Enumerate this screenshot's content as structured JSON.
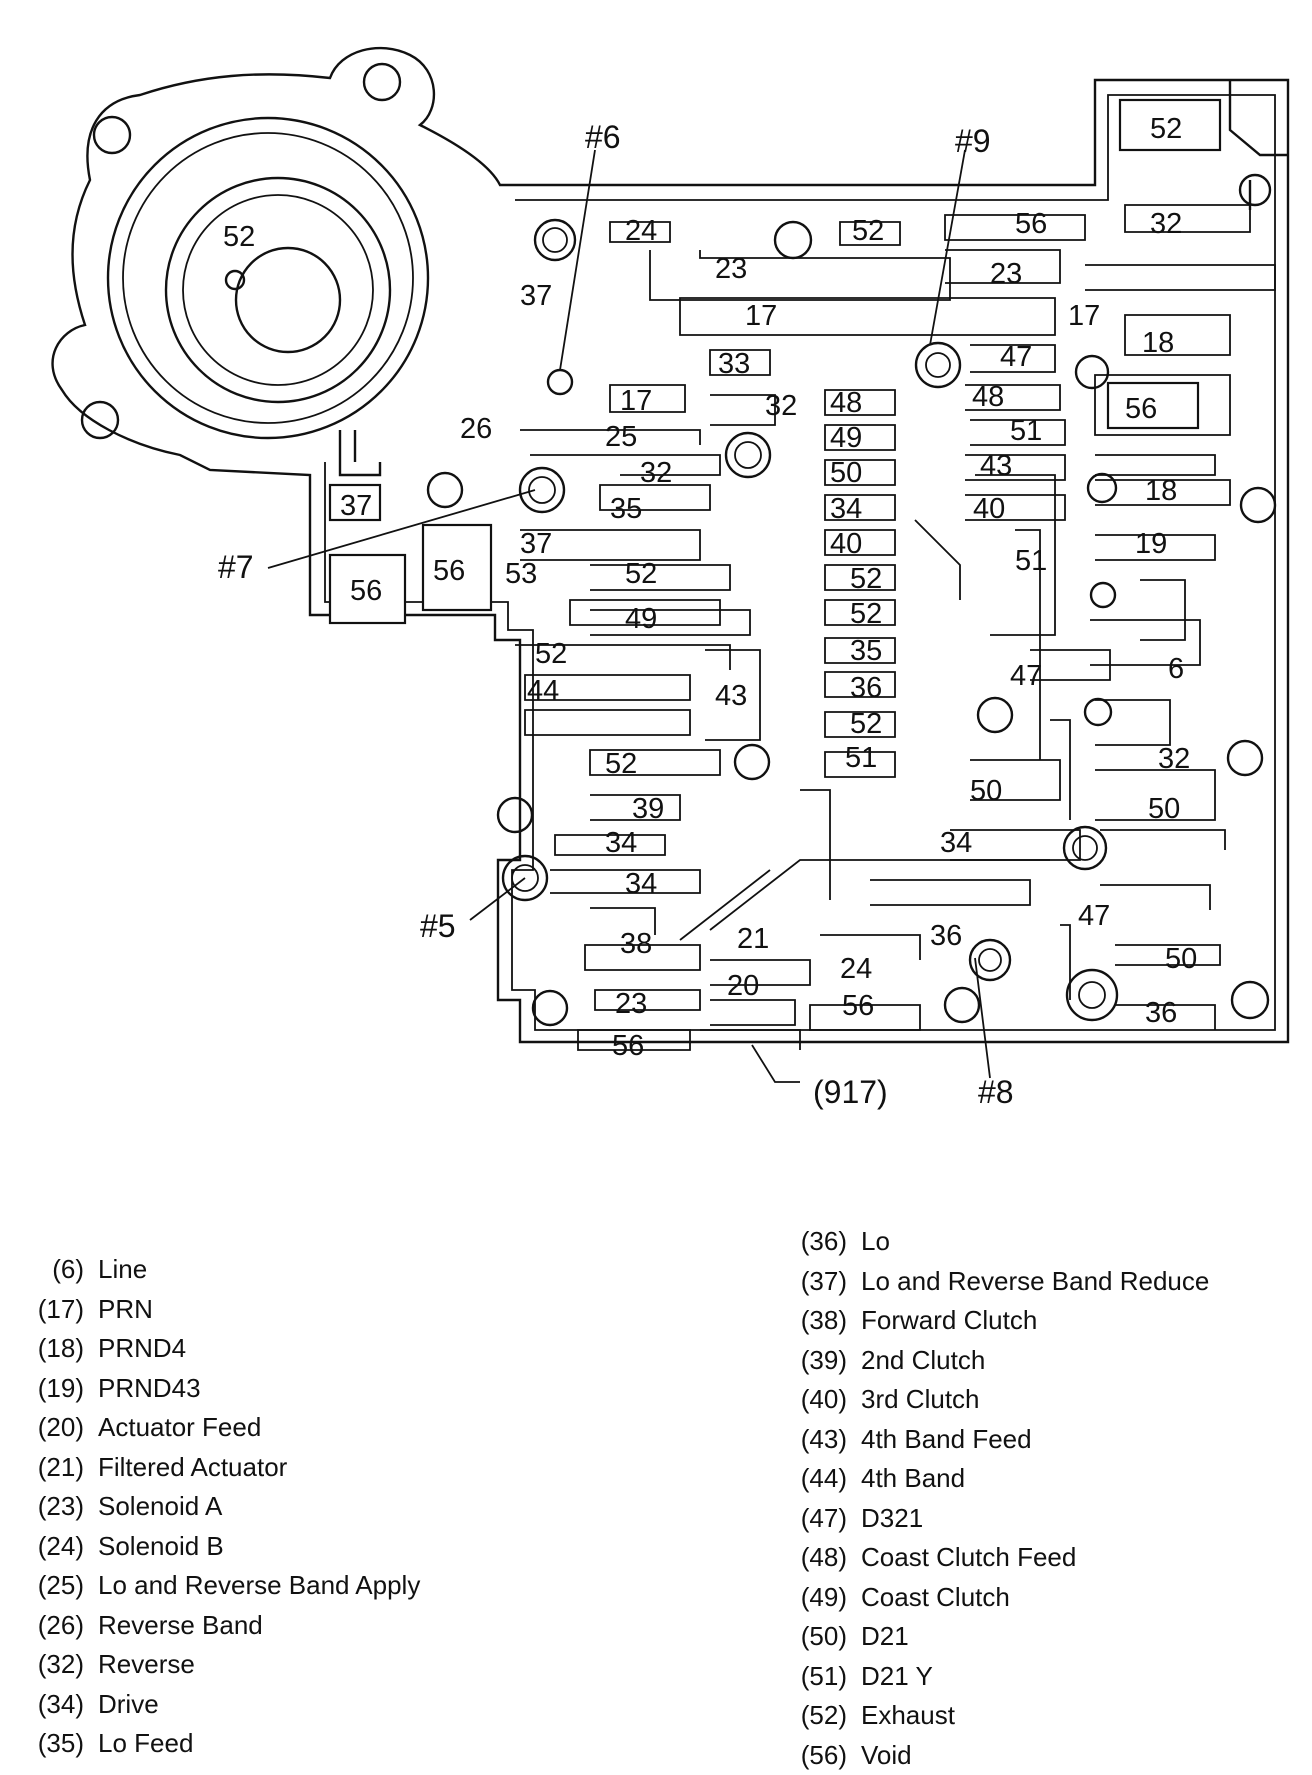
{
  "callouts": {
    "c5": "#5",
    "c6": "#6",
    "c7": "#7",
    "c8": "#8",
    "c9": "#9",
    "part": "(917)"
  },
  "passage_labels": {
    "a1": "52",
    "a2": "52",
    "a3": "24",
    "a4": "52",
    "a5": "56",
    "a6": "32",
    "a7": "23",
    "a8": "23",
    "a9": "37",
    "a10": "17",
    "a11": "17",
    "a12": "18",
    "a13": "33",
    "a14": "47",
    "a15": "48",
    "a16": "17",
    "a17": "32",
    "a18": "48",
    "a19": "56",
    "a20": "26",
    "a21": "25",
    "a22": "49",
    "a23": "51",
    "a24": "32",
    "a25": "50",
    "a26": "43",
    "a27": "18",
    "a28": "37",
    "a29": "35",
    "a30": "34",
    "a31": "40",
    "a32": "37",
    "a33": "40",
    "a34": "19",
    "a35": "51",
    "a36": "56",
    "a37": "56",
    "a38": "53",
    "a39": "52",
    "a40": "52",
    "a41": "49",
    "a42": "52",
    "a43": "52",
    "a44": "35",
    "a45": "47",
    "a46": "6",
    "a47": "44",
    "a48": "43",
    "a49": "36",
    "a50": "52",
    "a51": "32",
    "a52": "52",
    "a53": "51",
    "a54": "50",
    "a55": "39",
    "a56": "50",
    "a57": "34",
    "a58": "34",
    "a59": "34",
    "a60": "47",
    "a61": "38",
    "a62": "21",
    "a63": "36",
    "a64": "24",
    "a65": "50",
    "a66": "20",
    "a67": "23",
    "a68": "56",
    "a69": "36",
    "a70": "56"
  },
  "legend_left": [
    {
      "code": "(6)",
      "name": "Line"
    },
    {
      "code": "(17)",
      "name": "PRN"
    },
    {
      "code": "(18)",
      "name": "PRND4"
    },
    {
      "code": "(19)",
      "name": "PRND43"
    },
    {
      "code": "(20)",
      "name": "Actuator Feed"
    },
    {
      "code": "(21)",
      "name": "Filtered Actuator"
    },
    {
      "code": "(23)",
      "name": "Solenoid A"
    },
    {
      "code": "(24)",
      "name": "Solenoid B"
    },
    {
      "code": "(25)",
      "name": "Lo and Reverse Band Apply"
    },
    {
      "code": "(26)",
      "name": "Reverse Band"
    },
    {
      "code": "(32)",
      "name": "Reverse"
    },
    {
      "code": "(34)",
      "name": "Drive"
    },
    {
      "code": "(35)",
      "name": "Lo Feed"
    }
  ],
  "legend_right": [
    {
      "code": "(36)",
      "name": "Lo"
    },
    {
      "code": "(37)",
      "name": "Lo and Reverse Band Reduce"
    },
    {
      "code": "(38)",
      "name": "Forward Clutch"
    },
    {
      "code": "(39)",
      "name": "2nd Clutch"
    },
    {
      "code": "(40)",
      "name": "3rd Clutch"
    },
    {
      "code": "(43)",
      "name": "4th Band Feed"
    },
    {
      "code": "(44)",
      "name": "4th Band"
    },
    {
      "code": "(47)",
      "name": "D321"
    },
    {
      "code": "(48)",
      "name": "Coast Clutch Feed"
    },
    {
      "code": "(49)",
      "name": "Coast Clutch"
    },
    {
      "code": "(50)",
      "name": "D21"
    },
    {
      "code": "(51)",
      "name": "D21 Y"
    },
    {
      "code": "(52)",
      "name": "Exhaust"
    },
    {
      "code": "(56)",
      "name": "Void"
    }
  ]
}
